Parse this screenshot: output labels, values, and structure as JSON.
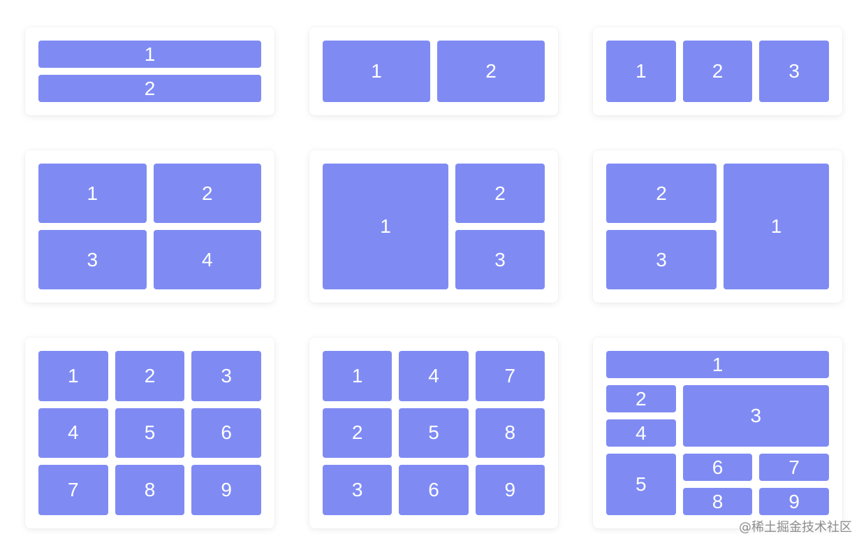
{
  "colors": {
    "background": "#ffffff",
    "card": "#ffffff",
    "cell": "#7f8bf3",
    "cell_text": "#ffffff",
    "watermark": "#8c8c8c"
  },
  "layouts": [
    {
      "name": "two-rows",
      "cells": [
        "1",
        "2"
      ]
    },
    {
      "name": "two-columns",
      "cells": [
        "1",
        "2"
      ]
    },
    {
      "name": "three-columns",
      "cells": [
        "1",
        "2",
        "3"
      ]
    },
    {
      "name": "grid-2x2",
      "cells": [
        "1",
        "2",
        "3",
        "4"
      ]
    },
    {
      "name": "big-left",
      "cells": [
        "1",
        "2",
        "3"
      ]
    },
    {
      "name": "big-right",
      "cells": [
        "1",
        "2",
        "3"
      ]
    },
    {
      "name": "grid-3x3-row-order",
      "cells": [
        "1",
        "2",
        "3",
        "4",
        "5",
        "6",
        "7",
        "8",
        "9"
      ]
    },
    {
      "name": "grid-3x3-column-order",
      "cells": [
        "1",
        "2",
        "3",
        "4",
        "5",
        "6",
        "7",
        "8",
        "9"
      ]
    },
    {
      "name": "mixed-layout",
      "cells": [
        "1",
        "2",
        "3",
        "4",
        "5",
        "6",
        "7",
        "8",
        "9"
      ]
    }
  ],
  "watermark": "@稀土掘金技术社区"
}
